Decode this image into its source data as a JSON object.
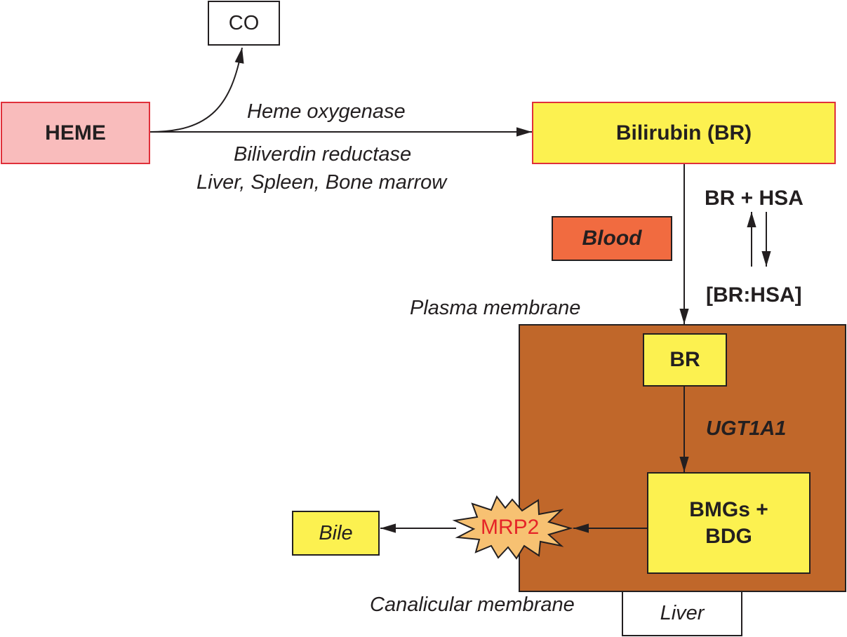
{
  "colors": {
    "heme_fill": "#f9bcbc",
    "heme_border": "#e0303a",
    "yellow_fill": "#fcf150",
    "blood_fill": "#f16b40",
    "liver_fill": "#c0672a",
    "mrp2_fill": "#f7c172",
    "mrp2_text": "#e52428",
    "line": "#231f20"
  },
  "nodes": {
    "co": "CO",
    "heme": "HEME",
    "bilirubin": "Bilirubin (BR)",
    "blood": "Blood",
    "br_inner": "BR",
    "conjugates_line1": "BMGs +",
    "conjugates_line2": "BDG",
    "mrp2": "MRP2",
    "bile": "Bile",
    "liver": "Liver"
  },
  "labels": {
    "heme_oxygenase": "Heme oxygenase",
    "biliverdin_reductase": "Biliverdin reductase",
    "sites": "Liver, Spleen, Bone marrow",
    "br_hsa": "BR + HSA",
    "br_hsa_complex": "[BR:HSA]",
    "plasma_membrane": "Plasma membrane",
    "ugt1a1": "UGT1A1",
    "canalicular_membrane": "Canalicular membrane"
  }
}
